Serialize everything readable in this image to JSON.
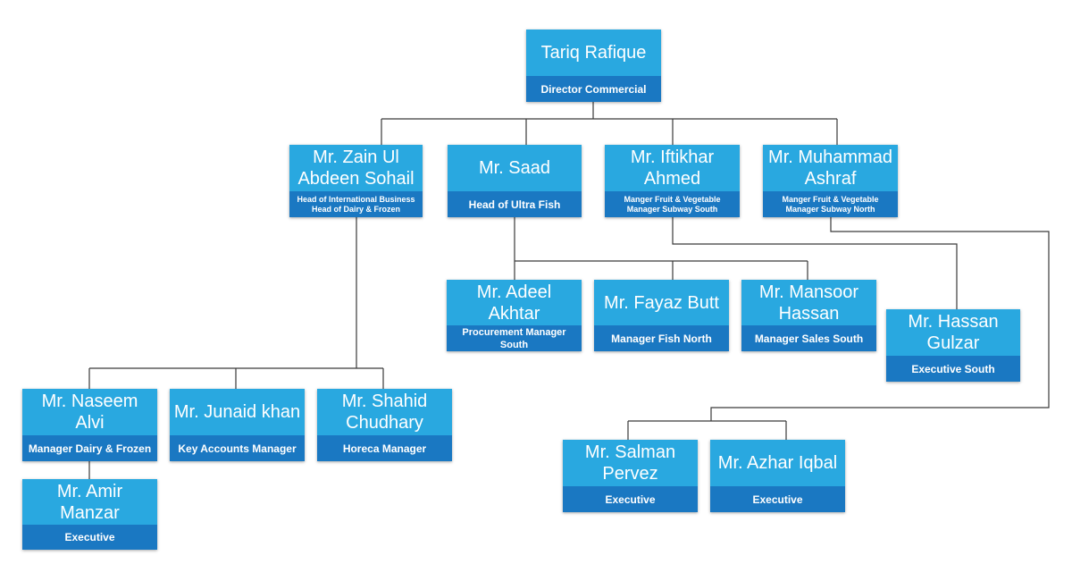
{
  "colors": {
    "name_bg": "#29a8e0",
    "role_bg": "#1a78c2",
    "line": "#3a3a3a"
  },
  "nodes": {
    "tariq": {
      "name": "Tariq Rafique",
      "role": "Director Commercial"
    },
    "zain": {
      "name": "Mr. Zain Ul Abdeen Sohail",
      "role": "Head of International Business\nHead of Dairy & Frozen"
    },
    "saad": {
      "name": "Mr. Saad",
      "role": "Head of Ultra Fish"
    },
    "iftikhar": {
      "name": "Mr. Iftikhar Ahmed",
      "role": "Manger Fruit & Vegetable\nManager Subway South"
    },
    "ashraf": {
      "name": "Mr. Muhammad Ashraf",
      "role": "Manger Fruit & Vegetable\nManager Subway North"
    },
    "adeel": {
      "name": "Mr. Adeel Akhtar",
      "role": "Procurement Manager South"
    },
    "fayaz": {
      "name": "Mr. Fayaz Butt",
      "role": "Manager Fish North"
    },
    "mansoor": {
      "name": "Mr. Mansoor Hassan",
      "role": "Manager Sales South"
    },
    "hassan": {
      "name": "Mr. Hassan Gulzar",
      "role": "Executive South"
    },
    "naseem": {
      "name": "Mr. Naseem Alvi",
      "role": "Manager Dairy & Frozen"
    },
    "junaid": {
      "name": "Mr. Junaid khan",
      "role": "Key Accounts Manager"
    },
    "shahid": {
      "name": "Mr. Shahid Chudhary",
      "role": "Horeca Manager"
    },
    "amir": {
      "name": "Mr. Amir Manzar",
      "role": "Executive"
    },
    "salman": {
      "name": "Mr. Salman Pervez",
      "role": "Executive"
    },
    "azhar": {
      "name": "Mr. Azhar Iqbal",
      "role": "Executive"
    }
  }
}
